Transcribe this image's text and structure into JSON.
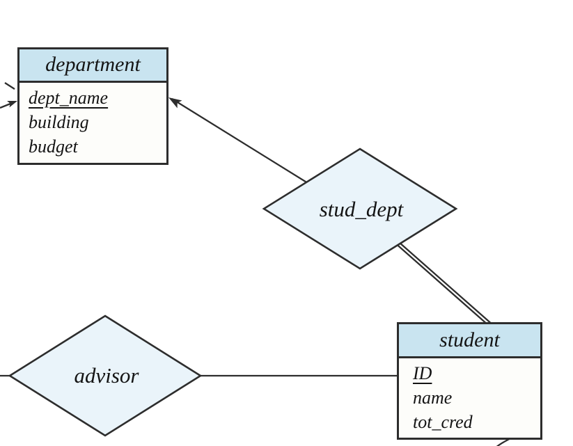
{
  "colors": {
    "background": "#ffffff",
    "entity_header_fill": "#c9e4f0",
    "entity_body_fill": "#fdfdfa",
    "relationship_fill": "#eaf4fa",
    "line": "#2d2d2d"
  },
  "entities": [
    {
      "title": "department",
      "attributes": [
        {
          "name": "dept_name",
          "primary_key": true
        },
        {
          "name": "building",
          "primary_key": false
        },
        {
          "name": "budget",
          "primary_key": false
        }
      ]
    },
    {
      "title": "student",
      "attributes": [
        {
          "name": "ID",
          "primary_key": true
        },
        {
          "name": "name",
          "primary_key": false
        },
        {
          "name": "tot_cred",
          "primary_key": false
        }
      ]
    }
  ],
  "relationships": [
    {
      "label": "stud_dept"
    },
    {
      "label": "advisor"
    }
  ],
  "connectors": [
    {
      "from": "stud_dept",
      "to": "department",
      "style": "arrow"
    },
    {
      "from": "stud_dept",
      "to": "student",
      "style": "double-line"
    },
    {
      "from": "advisor",
      "to": "student",
      "style": "line"
    },
    {
      "from": "advisor",
      "to": "off-canvas-left",
      "style": "line"
    },
    {
      "from": "off-canvas-left",
      "to": "department",
      "style": "arrow"
    },
    {
      "from": "student",
      "to": "off-canvas-bottom",
      "style": "line"
    }
  ]
}
